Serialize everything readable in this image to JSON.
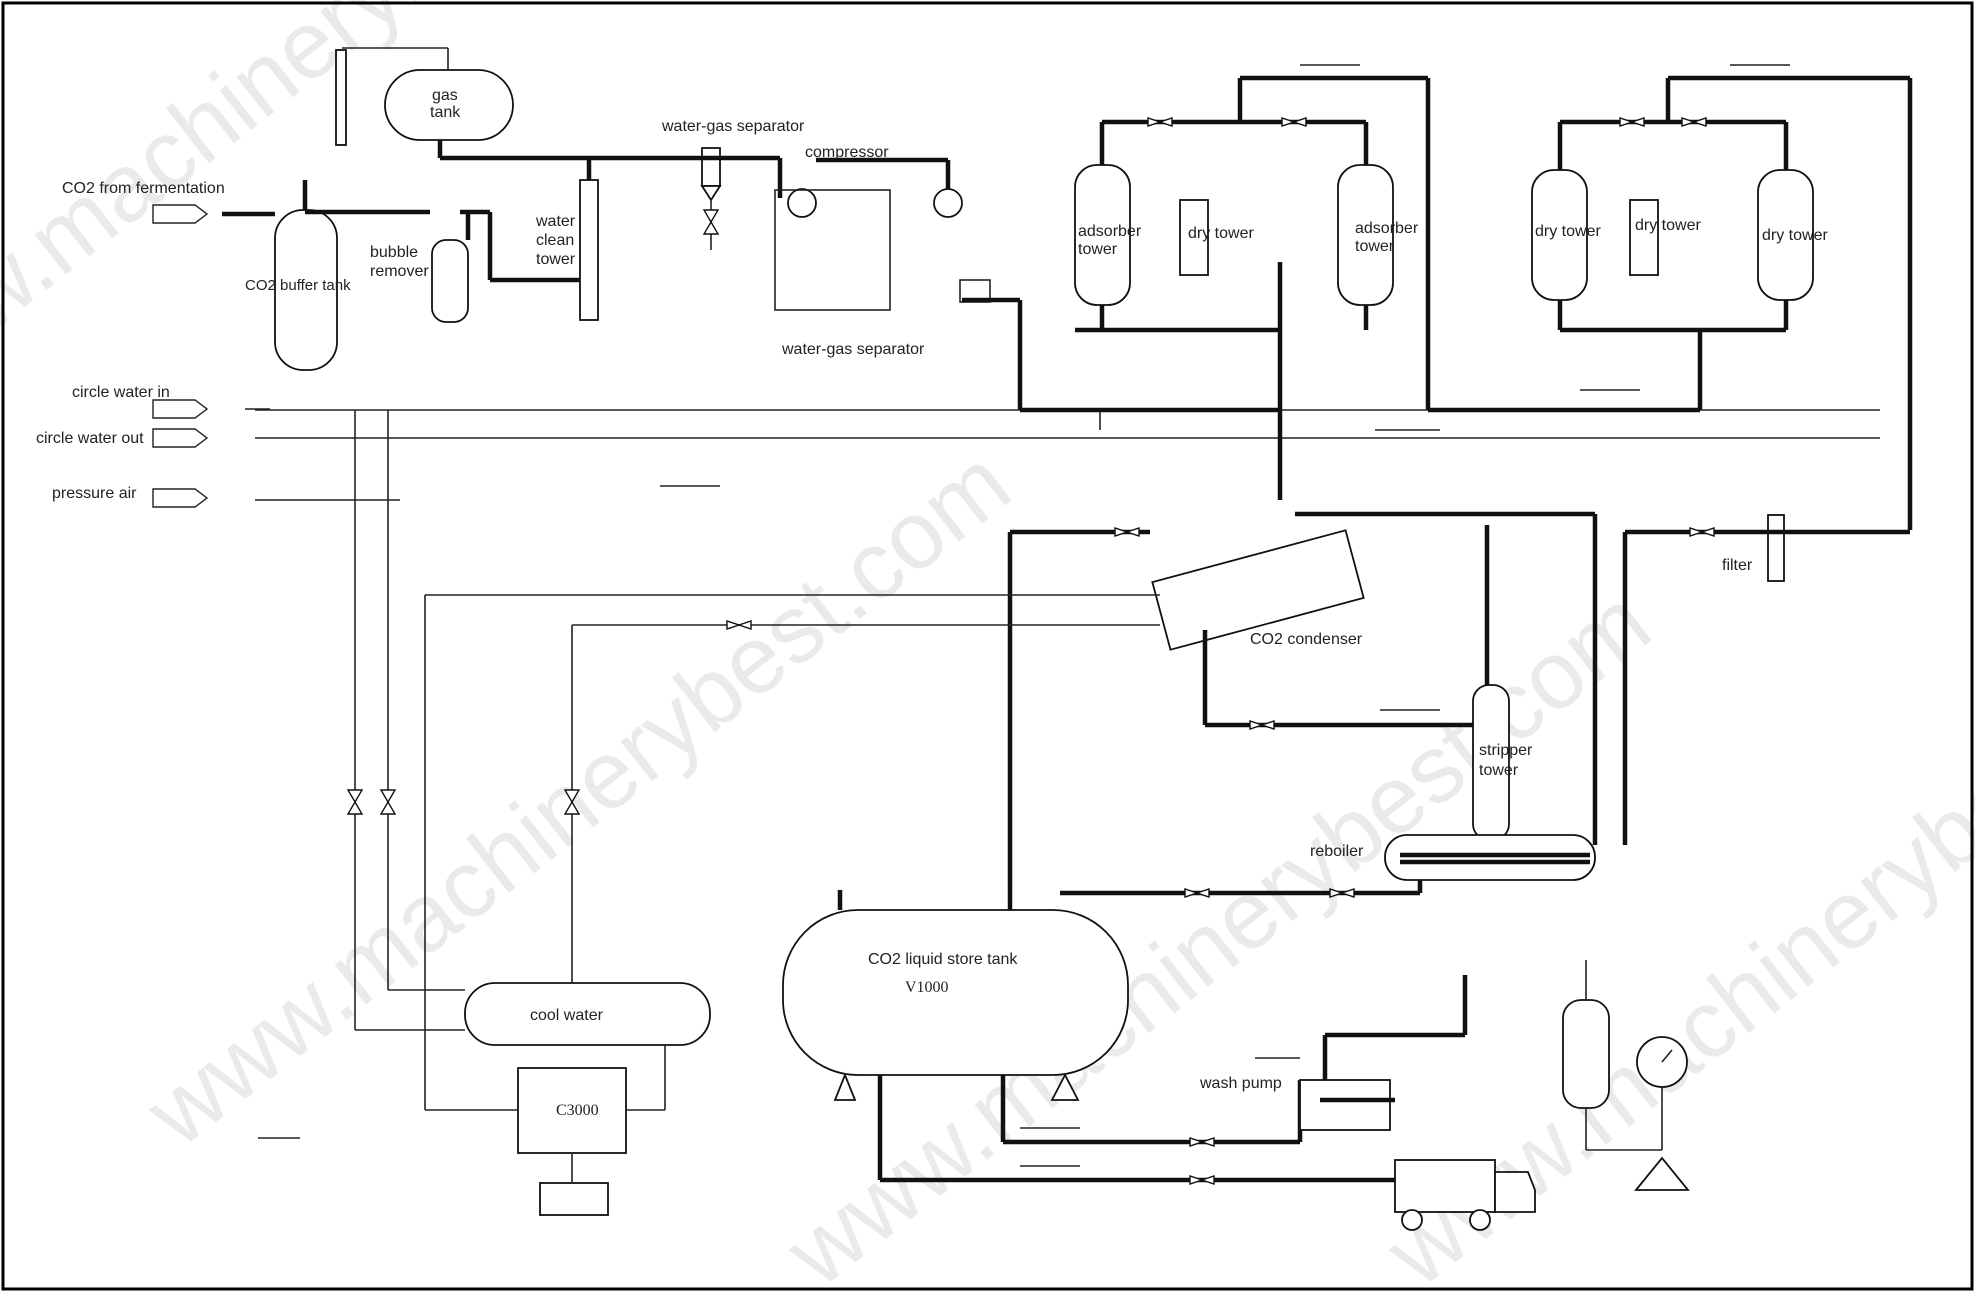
{
  "watermark": "www.machinerybest.com",
  "labels": {
    "co2_fermentation": "CO2 from fermentation",
    "gas_tank_1": "gas",
    "gas_tank_2": "tank",
    "water_gas_separator_top": "water-gas separator",
    "compressor": "compressor",
    "water_gas_separator_bottom": "water-gas separator",
    "co2_buffer_tank": "CO2 buffer tank",
    "bubble_remover_1": "bubble",
    "bubble_remover_2": "remover",
    "water_clean_tower_1": "water",
    "water_clean_tower_2": "clean",
    "water_clean_tower_3": "tower",
    "adsorber_tower_left_1": "adsorber",
    "adsorber_tower_left_2": "tower",
    "dry_tower_1": "dry tower",
    "adsorber_tower_right_1": "adsorber",
    "adsorber_tower_right_2": "tower",
    "dry_tower_2": "dry tower",
    "dry_tower_3": "dry tower",
    "dry_tower_4": "dry tower",
    "circle_water_in": "circle water in",
    "circle_water_out": "circle water out",
    "pressure_air": "pressure air",
    "co2_condenser": "CO2 condenser",
    "filter": "filter",
    "stripper_tower_1": "stripper",
    "stripper_tower_2": "tower",
    "reboiler": "reboiler",
    "co2_liquid_store_tank": "CO2 liquid store tank",
    "tank_tag": "V1000",
    "cool_water": "cool water",
    "chiller_tag": "C3000",
    "wash_pump": "wash pump"
  }
}
